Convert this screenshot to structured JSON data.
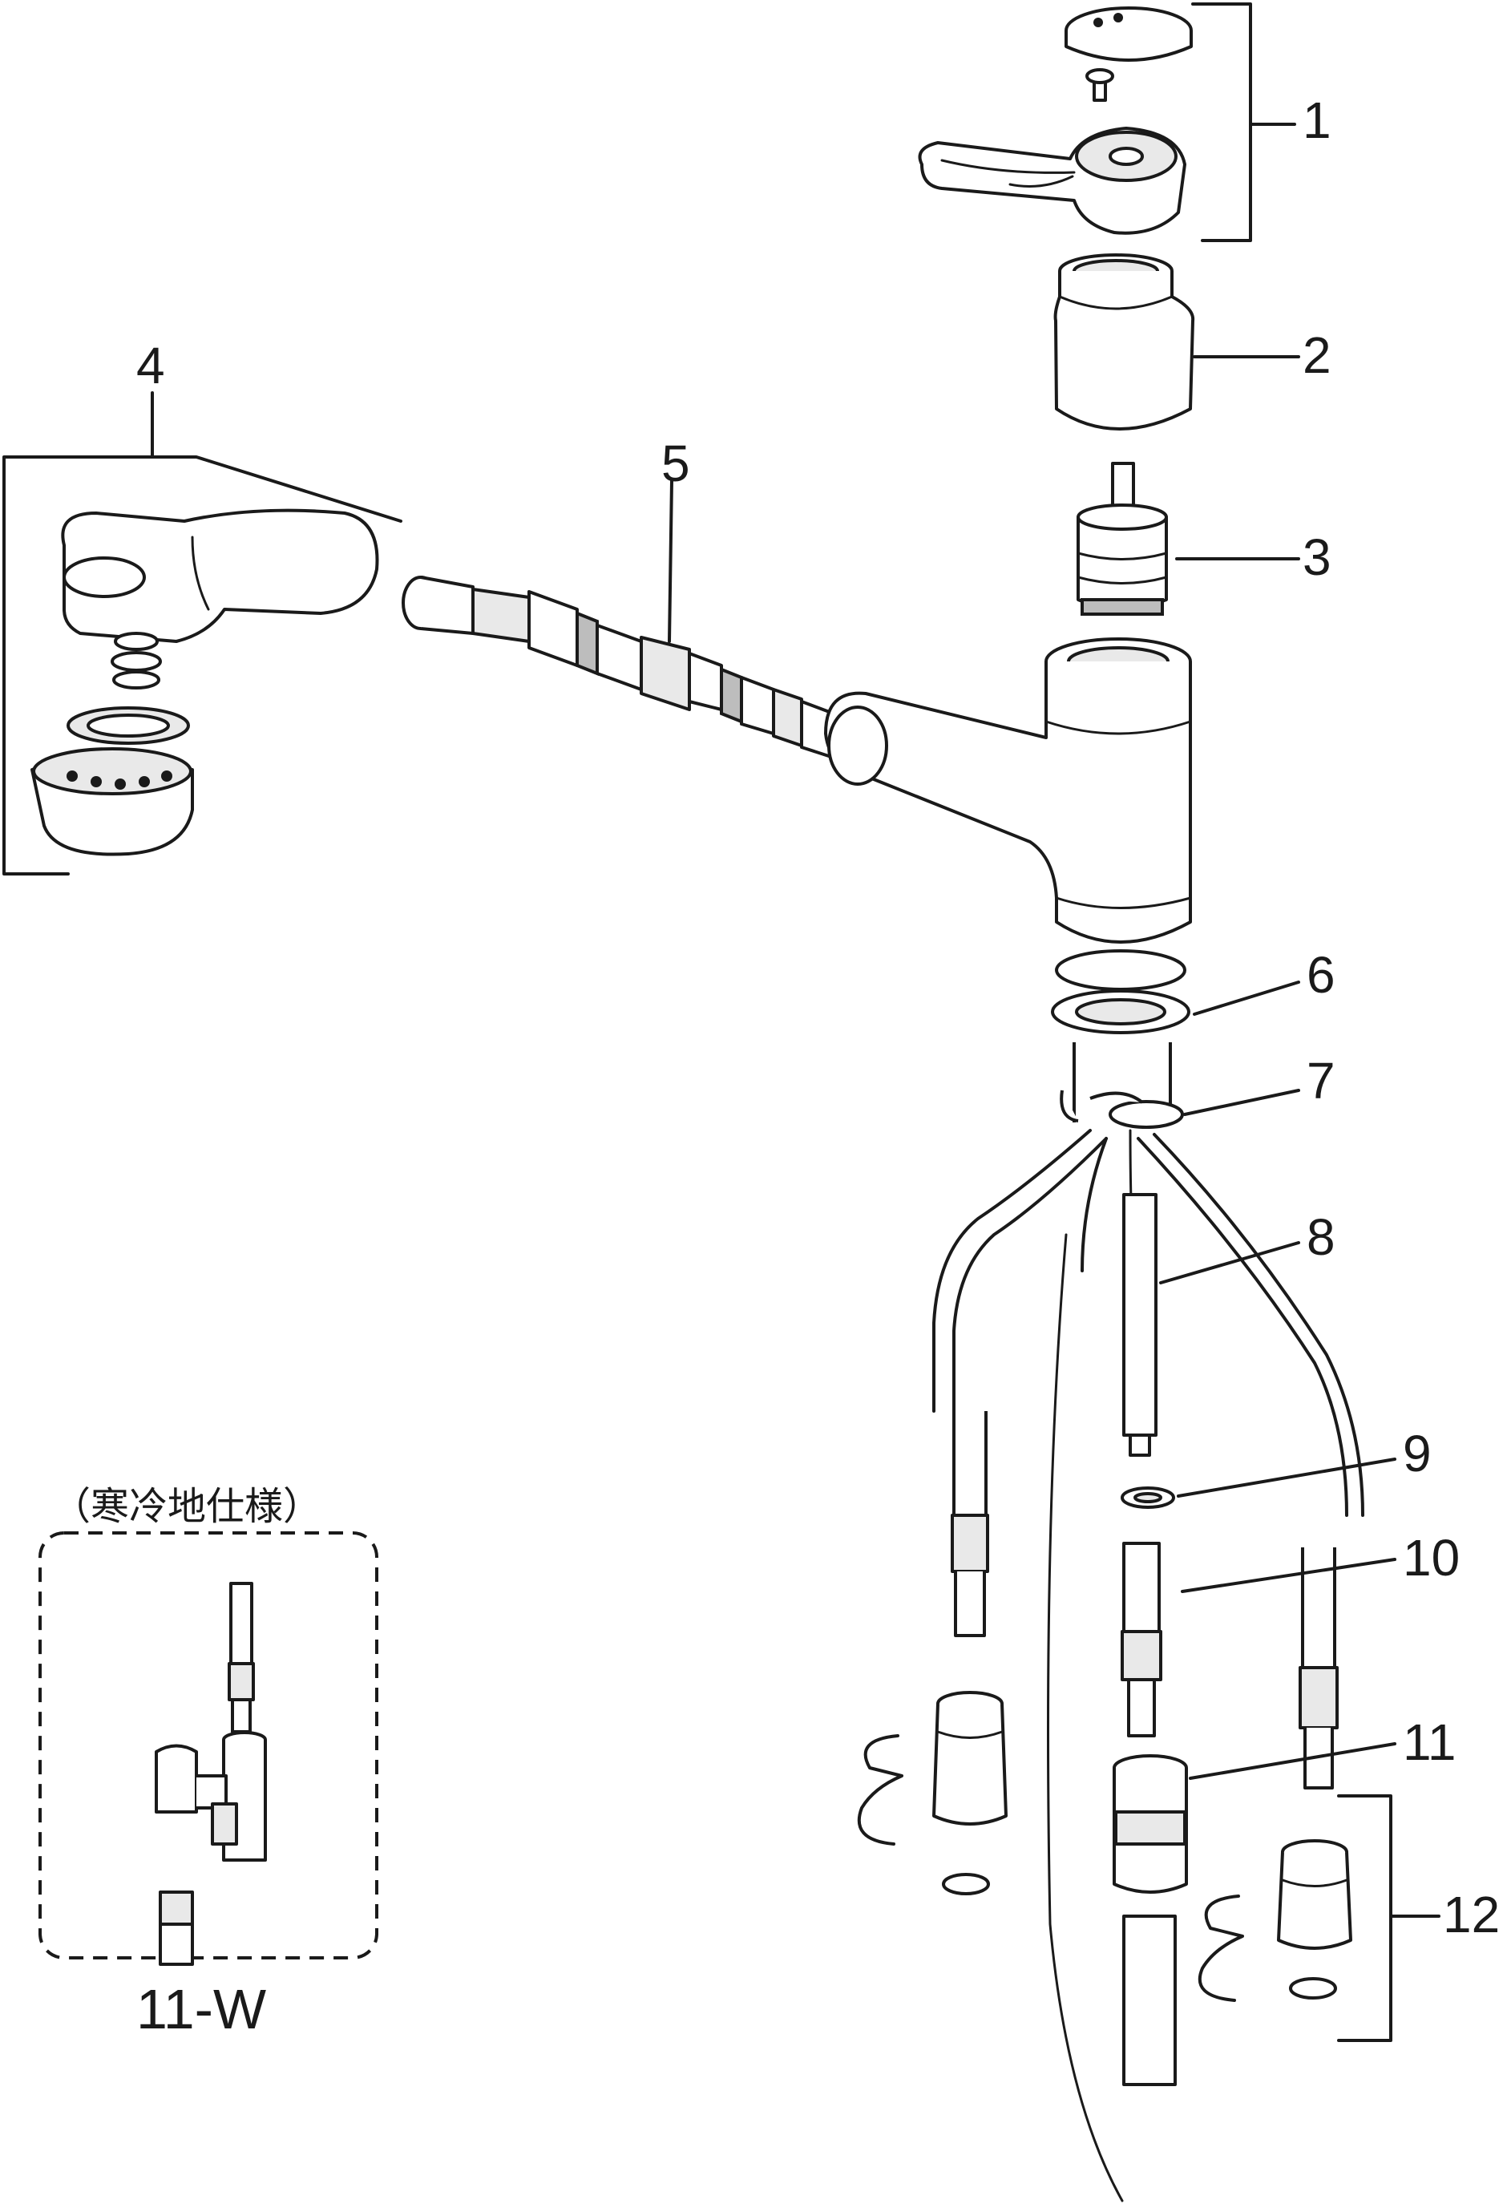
{
  "callouts": [
    {
      "id": "1",
      "label": "1"
    },
    {
      "id": "2",
      "label": "2"
    },
    {
      "id": "3",
      "label": "3"
    },
    {
      "id": "4",
      "label": "4"
    },
    {
      "id": "5",
      "label": "5"
    },
    {
      "id": "6",
      "label": "6"
    },
    {
      "id": "7",
      "label": "7"
    },
    {
      "id": "8",
      "label": "8"
    },
    {
      "id": "9",
      "label": "9"
    },
    {
      "id": "10",
      "label": "10"
    },
    {
      "id": "11",
      "label": "11"
    },
    {
      "id": "12",
      "label": "12"
    }
  ],
  "inset": {
    "caption": "（寒冷地仕様）",
    "part_label": "11-W"
  }
}
